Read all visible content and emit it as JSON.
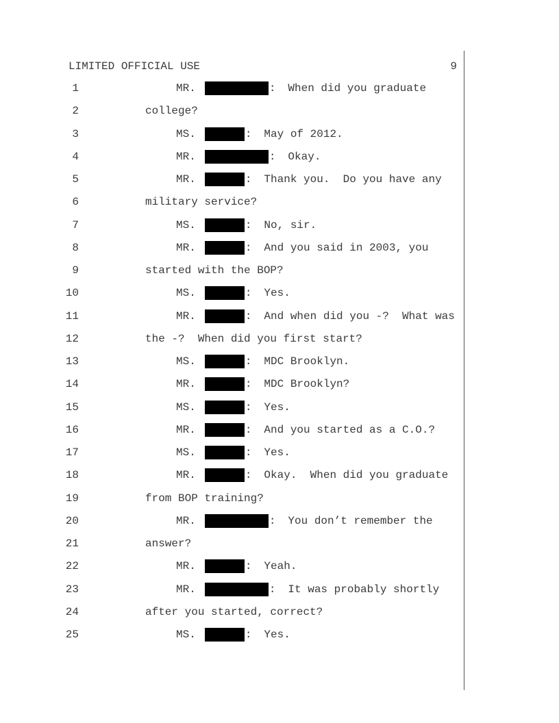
{
  "header": {
    "classification": "LIMITED OFFICIAL USE",
    "page_number": "9"
  },
  "lines": [
    {
      "n": "1",
      "type": "speaker",
      "speaker": "MR.",
      "redaction": "long",
      "text": "When did you graduate"
    },
    {
      "n": "2",
      "type": "cont",
      "text": "college?"
    },
    {
      "n": "3",
      "type": "speaker",
      "speaker": "MS.",
      "redaction": "short",
      "text": "May of 2012."
    },
    {
      "n": "4",
      "type": "speaker",
      "speaker": "MR.",
      "redaction": "long",
      "text": "Okay."
    },
    {
      "n": "5",
      "type": "speaker",
      "speaker": "MR.",
      "redaction": "short",
      "text": "Thank you.  Do you have any"
    },
    {
      "n": "6",
      "type": "cont",
      "text": "military service?"
    },
    {
      "n": "7",
      "type": "speaker",
      "speaker": "MS.",
      "redaction": "short",
      "text": "No, sir."
    },
    {
      "n": "8",
      "type": "speaker",
      "speaker": "MR.",
      "redaction": "short",
      "text": "And you said in 2003, you"
    },
    {
      "n": "9",
      "type": "cont",
      "text": "started with the BOP?"
    },
    {
      "n": "10",
      "type": "speaker",
      "speaker": "MS.",
      "redaction": "short",
      "text": "Yes."
    },
    {
      "n": "11",
      "type": "speaker",
      "speaker": "MR.",
      "redaction": "short",
      "text": "And when did you -?  What was"
    },
    {
      "n": "12",
      "type": "cont",
      "text": "the -?  When did you first start?"
    },
    {
      "n": "13",
      "type": "speaker",
      "speaker": "MS.",
      "redaction": "short",
      "text": "MDC Brooklyn."
    },
    {
      "n": "14",
      "type": "speaker",
      "speaker": "MR.",
      "redaction": "short",
      "text": "MDC Brooklyn?"
    },
    {
      "n": "15",
      "type": "speaker",
      "speaker": "MS.",
      "redaction": "short",
      "text": "Yes."
    },
    {
      "n": "16",
      "type": "speaker",
      "speaker": "MR.",
      "redaction": "short",
      "text": "And you started as a C.O.?"
    },
    {
      "n": "17",
      "type": "speaker",
      "speaker": "MS.",
      "redaction": "short",
      "text": "Yes."
    },
    {
      "n": "18",
      "type": "speaker",
      "speaker": "MR.",
      "redaction": "short",
      "text": "Okay.  When did you graduate"
    },
    {
      "n": "19",
      "type": "cont",
      "text": "from BOP training?"
    },
    {
      "n": "20",
      "type": "speaker",
      "speaker": "MR.",
      "redaction": "long",
      "text": "You don’t remember the"
    },
    {
      "n": "21",
      "type": "cont",
      "text": "answer?"
    },
    {
      "n": "22",
      "type": "speaker",
      "speaker": "MR.",
      "redaction": "short",
      "text": "Yeah."
    },
    {
      "n": "23",
      "type": "speaker",
      "speaker": "MR.",
      "redaction": "long",
      "text": "It was probably shortly"
    },
    {
      "n": "24",
      "type": "cont",
      "text": "after you started, correct?"
    },
    {
      "n": "25",
      "type": "speaker",
      "speaker": "MS.",
      "redaction": "short",
      "text": "Yes."
    }
  ]
}
